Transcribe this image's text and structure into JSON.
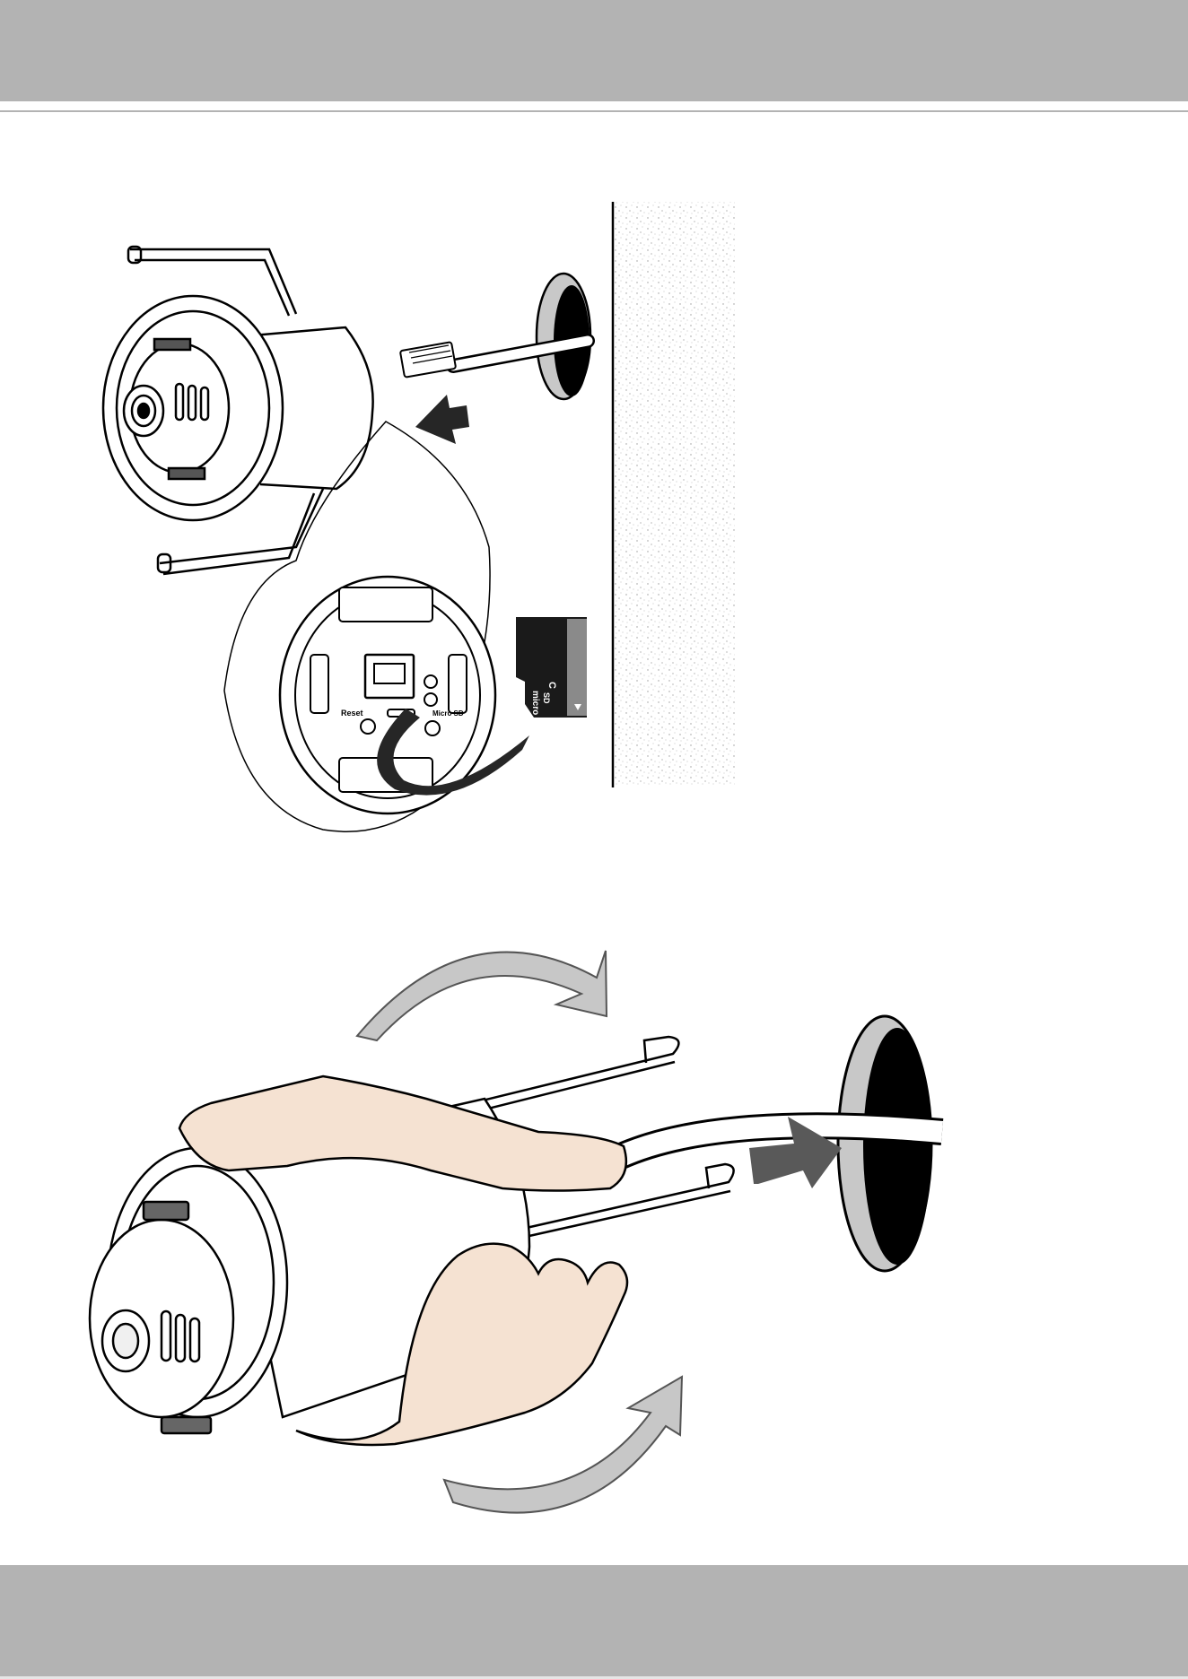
{
  "figure_top": {
    "port_labels": {
      "reset": "Reset",
      "micro_sd": "Micro SD"
    },
    "sd_card_labels": {
      "brand": "micro",
      "logo": "SD",
      "class": "C"
    }
  },
  "colors": {
    "band_gray": "#b3b3b3",
    "arrow_dark": "#262626",
    "arrow_mid": "#595959",
    "arrow_light": "#c7c7c7",
    "hand_skin": "#f5e2d2",
    "hole_black": "#000000",
    "hole_rim": "#c8c8c8"
  },
  "icons": [
    "rj45-plug-icon",
    "push-arrow-icon",
    "sd-card-icon",
    "rotate-arrow-icon"
  ]
}
